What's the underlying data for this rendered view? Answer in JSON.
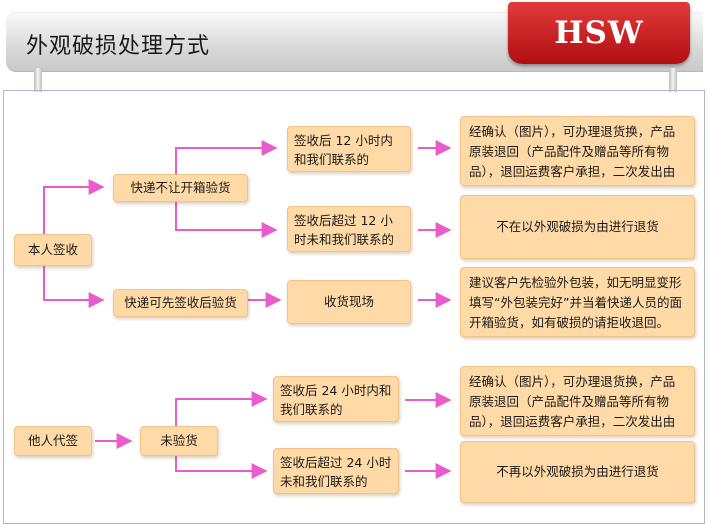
{
  "header": {
    "title": "外观破损处理方式",
    "logo_text": "HSW"
  },
  "colors": {
    "box_fill": "#ffd9a6",
    "arrow": "#e85ccb",
    "logo": "#c8161b"
  },
  "flow": {
    "self_receipt": {
      "label": "本人签收",
      "branch_no_open": {
        "label": "快递不让开箱验货",
        "within": {
          "label": "签收后 12 小时内和我们联系的",
          "result": "经确认（图片），可办理退货换，产品原装退回（产品配件及赠品等所有物品），退回运费客户承担，二次发出由我方承担。"
        },
        "over": {
          "label": "签收后超过 12 小时未和我们联系的",
          "result": "不在以外观破损为由进行退货"
        }
      },
      "branch_check_first": {
        "label": "快递可先签收后验货",
        "step": "收货现场",
        "result": "建议客户先检验外包装，如无明显变形填写“外包装完好”并当着快递人员的面开箱验货，如有破损的请拒收退回。"
      }
    },
    "proxy_receipt": {
      "label": "他人代签",
      "step": "未验货",
      "within": {
        "label": "签收后 24 小时内和我们联系的",
        "result": "经确认（图片），可办理退货换，产品原装退回（产品配件及赠品等所有物品），退回运费客户承担，二次发出由我方承担。"
      },
      "over": {
        "label": "签收后超过 24 小时未和我们联系的",
        "result": "不再以外观破损为由进行退货"
      }
    }
  }
}
